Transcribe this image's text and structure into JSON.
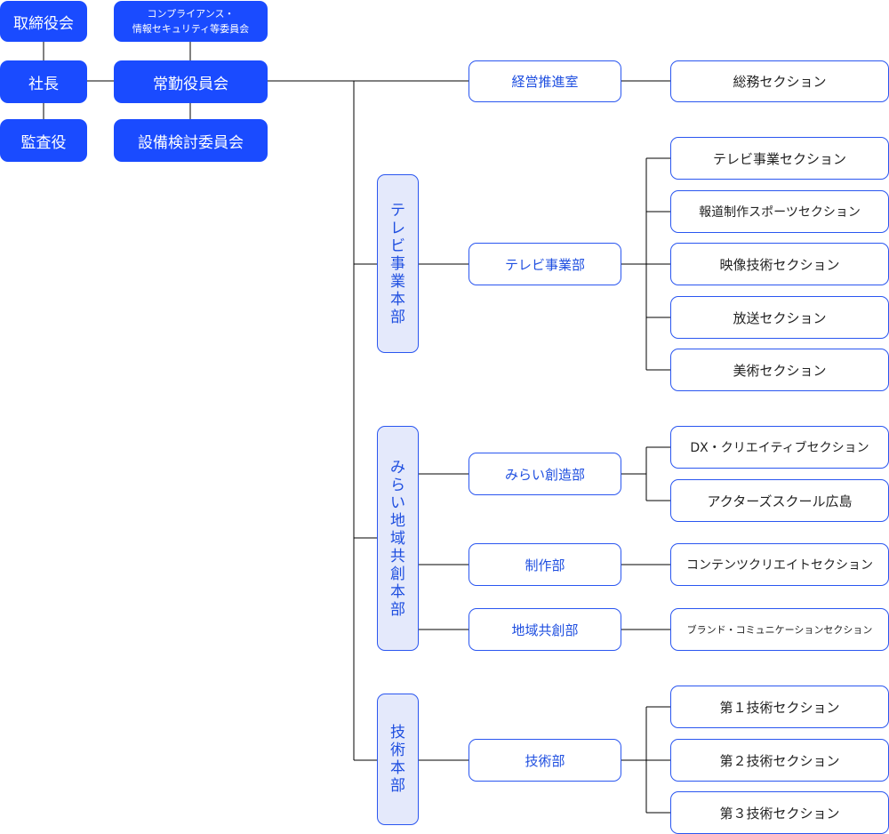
{
  "executive": {
    "board": "取締役会",
    "president": "社長",
    "auditor": "監査役",
    "compliance_committee": "コンプライアンス・\n情報セキュリティ等委員会",
    "managing_directors": "常勤役員会",
    "facility_committee": "設備検討委員会"
  },
  "management_office": {
    "label": "経営推進室",
    "sections": [
      "総務セクション"
    ]
  },
  "divisions": [
    {
      "label": "テレビ事業本部",
      "departments": [
        {
          "label": "テレビ事業部",
          "sections": [
            "テレビ事業セクション",
            "報道制作スポーツセクション",
            "映像技術セクション",
            "放送セクション",
            "美術セクション"
          ]
        }
      ]
    },
    {
      "label": "みらい地域共創本部",
      "departments": [
        {
          "label": "みらい創造部",
          "sections": [
            "DX・クリエイティブセクション",
            "アクターズスクール広島"
          ]
        },
        {
          "label": "制作部",
          "sections": [
            "コンテンツクリエイトセクション"
          ]
        },
        {
          "label": "地域共創部",
          "sections": [
            "ブランド・コミュニケーションセクション"
          ]
        }
      ]
    },
    {
      "label": "技術本部",
      "departments": [
        {
          "label": "技術部",
          "sections": [
            "第１技術セクション",
            "第２技術セクション",
            "第３技術セクション"
          ]
        }
      ]
    }
  ]
}
